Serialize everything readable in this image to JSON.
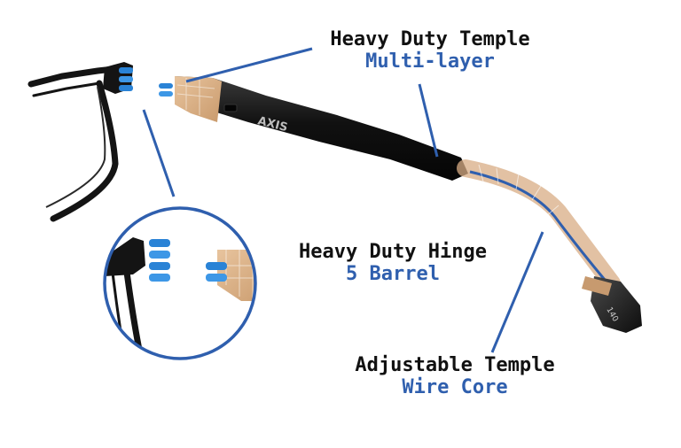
{
  "callouts": {
    "temple": {
      "title": "Heavy Duty Temple",
      "subtitle": "Multi-layer"
    },
    "hinge": {
      "title": "Heavy Duty Hinge",
      "subtitle": "5 Barrel"
    },
    "adjustable": {
      "title": "Adjustable Temple",
      "subtitle": "Wire Core"
    }
  },
  "product": {
    "brand_mark": "AXIS",
    "size_mark": "140"
  },
  "colors": {
    "frame": "#141414",
    "accent_blue": "#2f5fae",
    "hinge_blue": "#2a83d6",
    "core_tan": "#d8ac84",
    "label_dark": "#111111"
  }
}
